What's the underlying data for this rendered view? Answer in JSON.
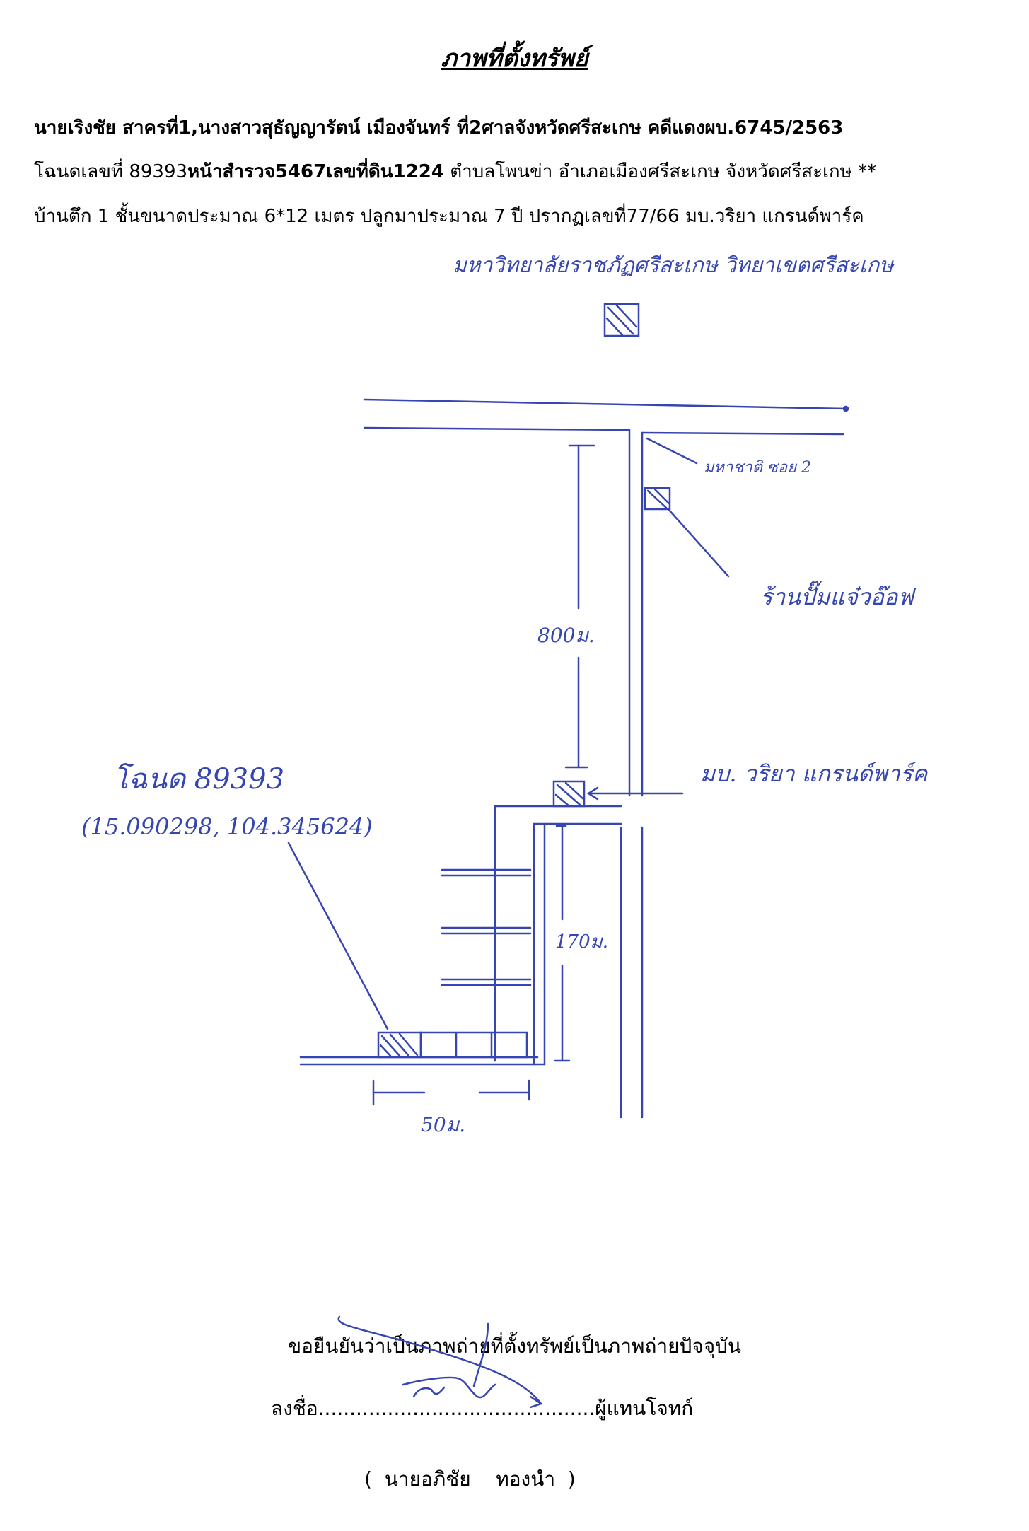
{
  "document": {
    "title": "ภาพที่ตั้งทรัพย์",
    "line1": "นายเริงชัย สาครที่1,นางสาวสุธัญญารัตน์ เมืองจันทร์ ที่2ศาลจังหวัดศรีสะเกษ คดีแดงผบ.6745/2563",
    "line2_a": "โฉนดเลขที่ 89393",
    "line2_b": "หน้าสำรวจ5467เลขที่ดิน1224",
    "line2_c": " ตำบลโพนข่า อำเภอเมืองศรีสะเกษ จังหวัดศรีสะเกษ **",
    "line3": "บ้านตึก 1 ชั้นขนาดประมาณ 6*12 เมตร ปลูกมาประมาณ 7  ปี ปรากฏเลขที่77/66 มบ.วริยา แกรนด์พาร์ค"
  },
  "map": {
    "label_university": "มหาวิทยาลัยราชภัฏศรีสะเกษ วิทยาเขตศรีสะเกษ",
    "label_soi": "มหาชาติ ซอย 2",
    "label_shop": "ร้านปั๊มแจ๋วอ๊อฟ",
    "label_800": "800ม.",
    "label_village": "มบ. วริยา แกรนด์พาร์ค",
    "label_deed": "โฉนด 89393",
    "label_coords": "(15.090298, 104.345624)",
    "label_170": "170ม.",
    "label_50": "50ม."
  },
  "footer": {
    "confirm": "ขอยืนยันว่าเป็นภาพถ่ายที่ตั้งทรัพย์เป็นภาพถ่ายปัจจุบัน",
    "sign_line": "ลงชื่อ............................................ผู้แทนโจทก์",
    "signer": "(  นายอภิชัย    ทองนำ  )"
  },
  "colors": {
    "ink": "#3646b0",
    "text": "#000000"
  }
}
